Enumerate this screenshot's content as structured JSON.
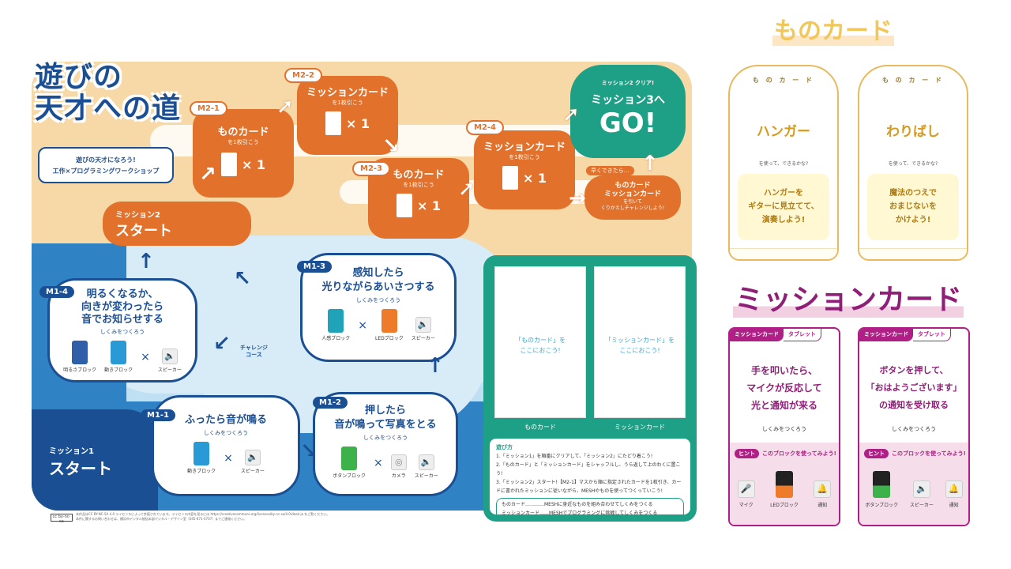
{
  "board": {
    "title": "遊びの\n天才への道",
    "subtitle_line1": "遊びの天才になろう!",
    "subtitle_line2": "工作×プログラミングワークショップ",
    "mission1_start": [
      "ミッション1",
      "スタート"
    ],
    "mission2_start": [
      "ミッション2",
      "スタート"
    ],
    "challenge_course": "チャレンジ\nコース",
    "m1": [
      {
        "tag": "M1-1",
        "title": "ふったら音が鳴る",
        "sub": "しくみをつくろう",
        "blocks": [
          "動きブロック",
          "スピーカー"
        ]
      },
      {
        "tag": "M1-2",
        "title": "押したら\n音が鳴って写真をとる",
        "sub": "しくみをつくろう",
        "blocks": [
          "ボタンブロック",
          "カメラ",
          "スピーカー"
        ]
      },
      {
        "tag": "M1-3",
        "title": "感知したら\n光りながらあいさつする",
        "sub": "しくみをつくろう",
        "blocks": [
          "人感ブロック",
          "LEDブロック",
          "スピーカー"
        ]
      },
      {
        "tag": "M1-4",
        "title": "明るくなるか、\n向きが変わったら\n音でお知らせする",
        "sub": "しくみをつくろう",
        "blocks": [
          "明るさブロック",
          "動きブロック",
          "スピーカー"
        ]
      }
    ],
    "m2": [
      {
        "tag": "M2-1",
        "title": "ものカード",
        "sub": "を1枚引こう",
        "count": "× 1"
      },
      {
        "tag": "M2-2",
        "title": "ミッションカード",
        "sub": "を1枚引こう",
        "count": "× 1"
      },
      {
        "tag": "M2-3",
        "title": "ものカード",
        "sub": "を1枚引こう",
        "count": "× 1"
      },
      {
        "tag": "M2-4",
        "title": "ミッションカード",
        "sub": "を1枚引こう",
        "count": "× 1"
      }
    ],
    "repeat": {
      "pre": "早くできたら…",
      "title": "ものカード\nミッションカード",
      "sub": "を引いて\nくりかえしチャレンジしよう!"
    },
    "goal": {
      "pre": "ミッション2 クリア!",
      "title": "ミッション3へ",
      "big": "GO!"
    },
    "footer": "本作品はCC BY-NC-SA 4.0 ライセンスによって許諾されています。ライセンス内容を見るには https://creativecommons.org/licenses/by-nc-sa/4.0/deed.ja をご覧ください。\n本件に関するお問い合わせは、横浜市デジタル統括本部デジタル・デザイン室（045-671-4707）までご連絡ください。",
    "cc": "cc by-nc-sa"
  },
  "panel": {
    "slot1_text": "「ものカード」を\nここにおこう!",
    "slot2_text": "「ミッションカード」を\nここにおこう!",
    "slot1_label": "ものカード",
    "slot2_label": "ミッションカード",
    "howto_title": "遊び方",
    "howto_steps": [
      "1.「ミッション1」を順番にクリアして、「ミッション2」にたどり着こう!",
      "2.「ものカード」と「ミッションカード」をシャッフルし、うら返して上のわくに置こう!",
      "3.「ミッション2」スタート!【M2-1】マスから順に指定されたカードを1枚引き、カードに書かれたミッションに従いながら、MESHやものを使ってつくっていこう!"
    ],
    "legend": [
      "ものカード…………MESHに身近なものを組み合わせてしくみをつくる",
      "ミッションカード……MESHでプログラミングに挑戦してしくみをつくる"
    ]
  },
  "right": {
    "mono_header": "ものカード",
    "mission_header": "ミッションカード",
    "mono_cards": [
      {
        "label": "も の カ ー ド",
        "name": "ハンガー",
        "ask": "を使って、できるかな?",
        "task": "ハンガーを\nギターに見立てて、\n演奏しよう!"
      },
      {
        "label": "も の カ ー ド",
        "name": "わりばし",
        "ask": "を使って、できるかな?",
        "task": "魔法のつえで\nおまじないを\nかけよう!"
      }
    ],
    "mission_cards": [
      {
        "tag_a": "ミッションカード",
        "tag_b": "タブレット",
        "title": "手を叩いたら、\nマイクが反応して\n光と通知が来る",
        "make": "しくみをつくろう",
        "hint_badge": "ヒント",
        "hint": "このブロックを使ってみよう!",
        "blocks": [
          "マイク",
          "LEDブロック",
          "通知"
        ]
      },
      {
        "tag_a": "ミッションカード",
        "tag_b": "タブレット",
        "title": "ボタンを押して、\n「おはようございます」\nの通知を受け取る",
        "make": "しくみをつくろう",
        "hint_badge": "ヒント",
        "hint": "このブロックを使ってみよう!",
        "blocks": [
          "ボタンブロック",
          "スピーカー",
          "通知"
        ]
      }
    ]
  },
  "colors": {
    "orange": "#e2712b",
    "navy": "#1b4f93",
    "teal": "#1ea087",
    "magenta": "#b01f86",
    "gold": "#e9b95e"
  }
}
